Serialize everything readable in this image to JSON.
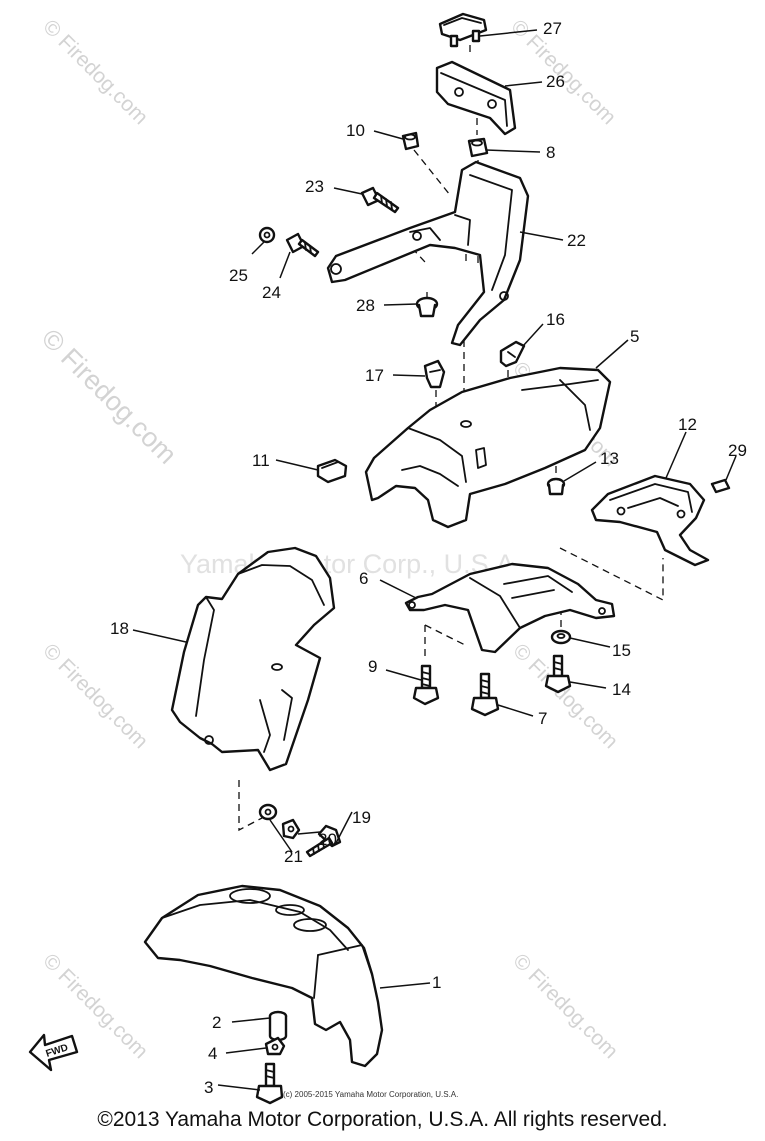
{
  "watermarks": {
    "site": "© Firedog.com",
    "center": "Yamaha Motor Corp., U.S.A."
  },
  "fine_print": "(c) 2005-2015 Yamaha Motor Corporation, U.S.A.",
  "fwd_label": "FWD",
  "copyright": "©2013 Yamaha Motor Corporation, U.S.A. All rights reserved.",
  "callouts": [
    "27",
    "26",
    "10",
    "8",
    "23",
    "22",
    "25",
    "24",
    "28",
    "16",
    "5",
    "17",
    "11",
    "13",
    "12",
    "29",
    "6",
    "18",
    "15",
    "9",
    "14",
    "7",
    "19",
    "20",
    "21",
    "1",
    "2",
    "4",
    "3"
  ],
  "colors": {
    "line": "#111111",
    "watermark": "#d3d3d3",
    "background": "#ffffff"
  }
}
